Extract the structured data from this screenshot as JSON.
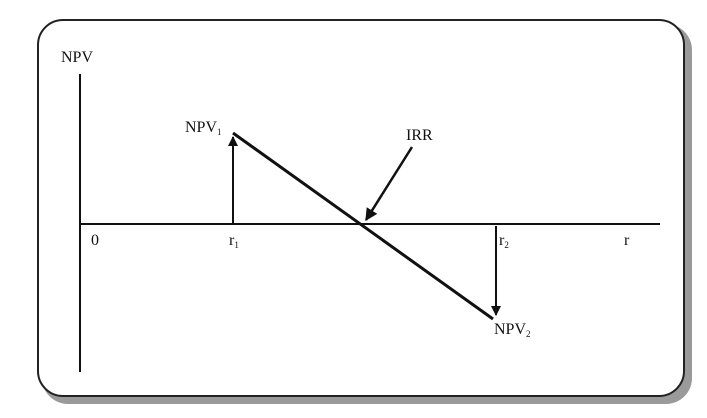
{
  "diagram": {
    "y_axis_label": "NPV",
    "origin_label": "0",
    "x_axis_label": "r",
    "r1": {
      "base": "r",
      "sub": "1"
    },
    "r2": {
      "base": "r",
      "sub": "2"
    },
    "npv1": {
      "base": "NPV",
      "sub": "1"
    },
    "npv2": {
      "base": "NPV",
      "sub": "2"
    },
    "irr_label": "IRR",
    "colors": {
      "line": "#111111",
      "frame_border": "#222222",
      "shadow": "#9a9a9a"
    }
  }
}
